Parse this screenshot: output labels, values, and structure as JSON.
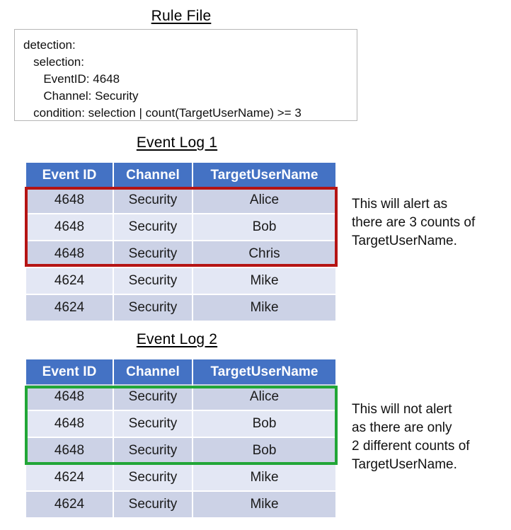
{
  "rule_file": {
    "title": "Rule File",
    "lines": [
      "detection:",
      "   selection:",
      "      EventID: 4648",
      "      Channel: Security",
      "   condition: selection | count(TargetUserName) >= 3"
    ]
  },
  "event_log_1": {
    "title": "Event Log 1",
    "columns": [
      "Event ID",
      "Channel",
      "TargetUserName"
    ],
    "rows": [
      [
        "4648",
        "Security",
        "Alice"
      ],
      [
        "4648",
        "Security",
        "Bob"
      ],
      [
        "4648",
        "Security",
        "Chris"
      ],
      [
        "4624",
        "Security",
        "Mike"
      ],
      [
        "4624",
        "Security",
        "Mike"
      ]
    ],
    "highlight": {
      "color": "#b51414",
      "rows": [
        0,
        1,
        2
      ]
    },
    "annotation": "This will alert as\nthere are 3 counts of\nTargetUserName."
  },
  "event_log_2": {
    "title": "Event Log 2",
    "columns": [
      "Event ID",
      "Channel",
      "TargetUserName"
    ],
    "rows": [
      [
        "4648",
        "Security",
        "Alice"
      ],
      [
        "4648",
        "Security",
        "Bob"
      ],
      [
        "4648",
        "Security",
        "Bob"
      ],
      [
        "4624",
        "Security",
        "Mike"
      ],
      [
        "4624",
        "Security",
        "Mike"
      ]
    ],
    "highlight": {
      "color": "#21a637",
      "rows": [
        0,
        1,
        2
      ]
    },
    "annotation": "This will not alert\nas there are only\n2 different counts of\nTargetUserName."
  },
  "colors": {
    "header_blue": "#4472c4",
    "row_odd": "#ccd2e6",
    "row_even": "#e3e7f4",
    "alert_red": "#b51414",
    "no_alert_green": "#21a637",
    "box_border": "#b6b6b6"
  }
}
